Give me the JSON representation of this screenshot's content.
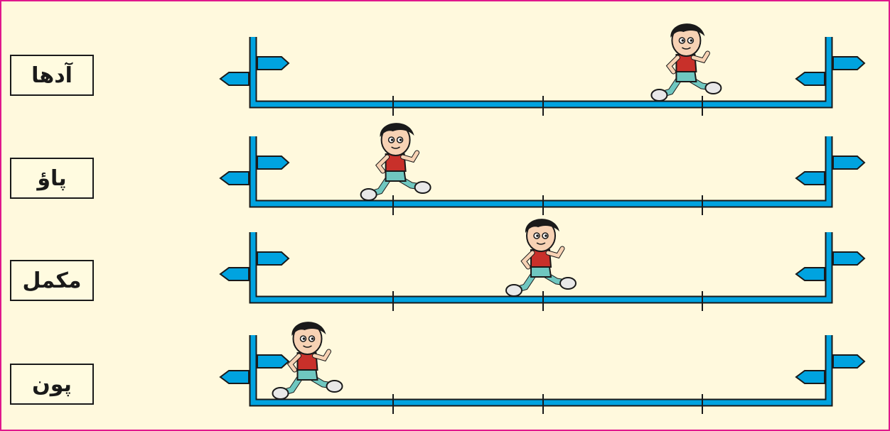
{
  "colors": {
    "background": "#fff9dd",
    "frame": "#e0188c",
    "track": "#00a3e0",
    "outline": "#1a1a1a"
  },
  "rows": [
    {
      "label": "آدھا",
      "runner_fraction": 0.78
    },
    {
      "label": "پاؤ",
      "runner_fraction": 0.22
    },
    {
      "label": "مکمل",
      "runner_fraction": 0.5
    },
    {
      "label": "پون",
      "runner_fraction": 0.05
    }
  ],
  "icons": [
    "left-arrow-sign-icon",
    "right-arrow-sign-icon",
    "running-boy-icon"
  ]
}
